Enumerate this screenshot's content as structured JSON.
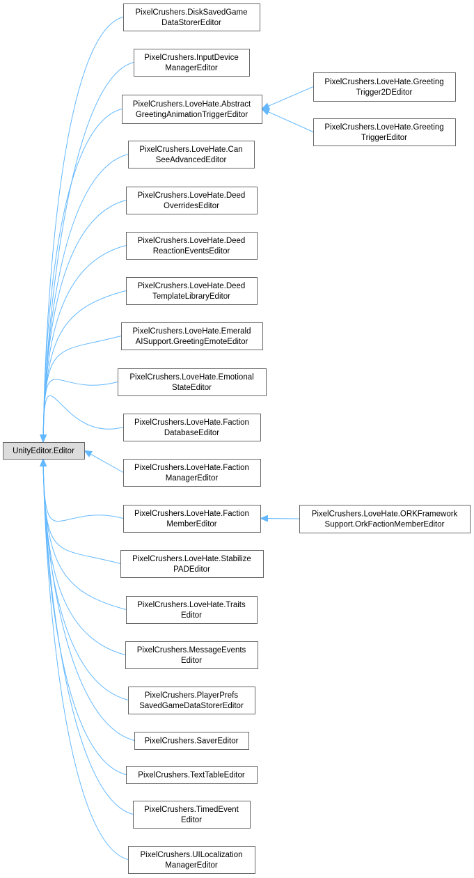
{
  "diagram": {
    "colors": {
      "edge": "#63b8ff",
      "node_border": "#666666",
      "node_fill": "#ffffff",
      "root_fill": "#dcdcdc",
      "text": "#000000"
    },
    "root": {
      "id": "root",
      "lines": [
        "UnityEditor.Editor"
      ]
    },
    "nodes": [
      {
        "id": "n1",
        "lines": [
          "PixelCrushers.DiskSavedGame",
          "DataStorerEditor"
        ]
      },
      {
        "id": "n2",
        "lines": [
          "PixelCrushers.InputDevice",
          "ManagerEditor"
        ]
      },
      {
        "id": "n3",
        "lines": [
          "PixelCrushers.LoveHate.Abstract",
          "GreetingAnimationTriggerEditor"
        ]
      },
      {
        "id": "n4",
        "lines": [
          "PixelCrushers.LoveHate.Can",
          "SeeAdvancedEditor"
        ]
      },
      {
        "id": "n5",
        "lines": [
          "PixelCrushers.LoveHate.Deed",
          "OverridesEditor"
        ]
      },
      {
        "id": "n6",
        "lines": [
          "PixelCrushers.LoveHate.Deed",
          "ReactionEventsEditor"
        ]
      },
      {
        "id": "n7",
        "lines": [
          "PixelCrushers.LoveHate.Deed",
          "TemplateLibraryEditor"
        ]
      },
      {
        "id": "n8",
        "lines": [
          "PixelCrushers.LoveHate.Emerald",
          "AISupport.GreetingEmoteEditor"
        ]
      },
      {
        "id": "n9",
        "lines": [
          "PixelCrushers.LoveHate.Emotional",
          "StateEditor"
        ]
      },
      {
        "id": "n10",
        "lines": [
          "PixelCrushers.LoveHate.Faction",
          "DatabaseEditor"
        ]
      },
      {
        "id": "n11",
        "lines": [
          "PixelCrushers.LoveHate.Faction",
          "ManagerEditor"
        ]
      },
      {
        "id": "n12",
        "lines": [
          "PixelCrushers.LoveHate.Faction",
          "MemberEditor"
        ]
      },
      {
        "id": "n13",
        "lines": [
          "PixelCrushers.LoveHate.Stabilize",
          "PADEditor"
        ]
      },
      {
        "id": "n14",
        "lines": [
          "PixelCrushers.LoveHate.Traits",
          "Editor"
        ]
      },
      {
        "id": "n15",
        "lines": [
          "PixelCrushers.MessageEvents",
          "Editor"
        ]
      },
      {
        "id": "n16",
        "lines": [
          "PixelCrushers.PlayerPrefs",
          "SavedGameDataStorerEditor"
        ]
      },
      {
        "id": "n17",
        "lines": [
          "PixelCrushers.SaverEditor"
        ]
      },
      {
        "id": "n18",
        "lines": [
          "PixelCrushers.TextTableEditor"
        ]
      },
      {
        "id": "n19",
        "lines": [
          "PixelCrushers.TimedEvent",
          "Editor"
        ]
      },
      {
        "id": "n20",
        "lines": [
          "PixelCrushers.UILocalization",
          "ManagerEditor"
        ]
      },
      {
        "id": "n21",
        "lines": [
          "PixelCrushers.LoveHate.Greeting",
          "Trigger2DEditor"
        ]
      },
      {
        "id": "n22",
        "lines": [
          "PixelCrushers.LoveHate.Greeting",
          "TriggerEditor"
        ]
      },
      {
        "id": "n23",
        "lines": [
          "PixelCrushers.LoveHate.ORKFramework",
          "Support.OrkFactionMemberEditor"
        ]
      }
    ],
    "edges": [
      {
        "from": "n1",
        "to": "root"
      },
      {
        "from": "n2",
        "to": "root"
      },
      {
        "from": "n3",
        "to": "root"
      },
      {
        "from": "n4",
        "to": "root"
      },
      {
        "from": "n5",
        "to": "root"
      },
      {
        "from": "n6",
        "to": "root"
      },
      {
        "from": "n7",
        "to": "root"
      },
      {
        "from": "n8",
        "to": "root"
      },
      {
        "from": "n9",
        "to": "root"
      },
      {
        "from": "n10",
        "to": "root"
      },
      {
        "from": "n11",
        "to": "root"
      },
      {
        "from": "n12",
        "to": "root"
      },
      {
        "from": "n13",
        "to": "root"
      },
      {
        "from": "n14",
        "to": "root"
      },
      {
        "from": "n15",
        "to": "root"
      },
      {
        "from": "n16",
        "to": "root"
      },
      {
        "from": "n17",
        "to": "root"
      },
      {
        "from": "n18",
        "to": "root"
      },
      {
        "from": "n19",
        "to": "root"
      },
      {
        "from": "n20",
        "to": "root"
      },
      {
        "from": "n21",
        "to": "n3"
      },
      {
        "from": "n22",
        "to": "n3"
      },
      {
        "from": "n23",
        "to": "n12"
      }
    ]
  }
}
